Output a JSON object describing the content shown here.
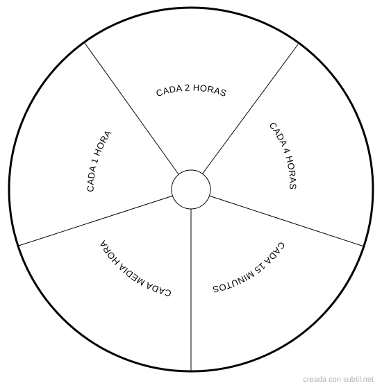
{
  "diagram": {
    "segments": [
      {
        "label": "CADA 2 HORAS"
      },
      {
        "label": "CADA 4 HORAS"
      },
      {
        "label": "CADA 15 MINUTOS"
      },
      {
        "label": "CADA MEDIA HORA"
      },
      {
        "label": "CADA 1 HORA"
      }
    ],
    "colors": {
      "stroke": "#000000",
      "fill": "#ffffff"
    }
  },
  "watermark": "creada con subtil.net"
}
